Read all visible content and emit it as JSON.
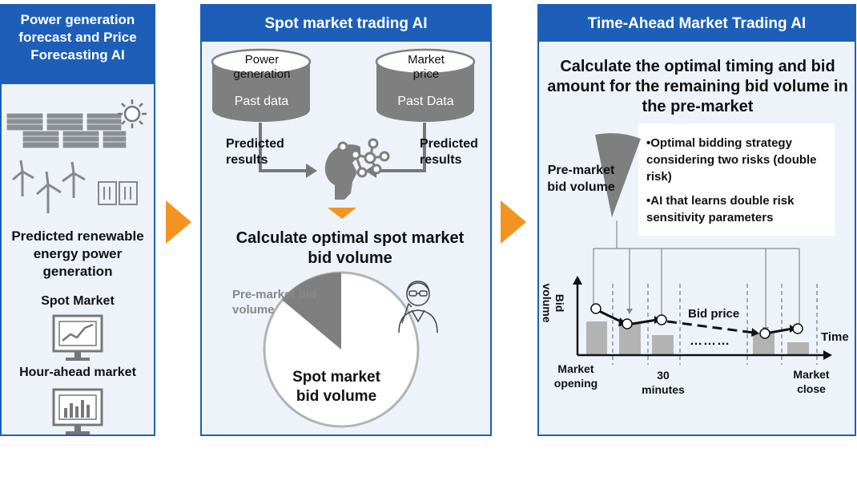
{
  "colors": {
    "panel_border": "#1d5fb8",
    "panel_header": "#1d5fb8",
    "panel_fill": "#eef3fa",
    "arrow": "#f39420",
    "icon_gray": "#777777"
  },
  "left": {
    "title": "Power generation forecast and Price Forecasting AI",
    "predicted_text": "Predicted renewable energy power generation",
    "spot_market": "Spot Market",
    "hour_ahead": "Hour-ahead market",
    "icons": [
      "solar-panel-icon",
      "sun-icon",
      "wind-turbine-icon",
      "battery-icon",
      "line-chart-monitor-icon",
      "bar-chart-monitor-icon"
    ]
  },
  "middle": {
    "title": "Spot market trading AI",
    "db1_top": "Power generation",
    "db1_bottom": "Past data",
    "db2_top": "Market price",
    "db2_bottom": "Past Data",
    "predicted_left": "Predicted results",
    "predicted_right": "Predicted results",
    "calc_text": "Calculate optimal spot market bid volume",
    "pie_premarket": "Pre-market bid volume",
    "pie_spot": "Spot market bid volume",
    "icons": [
      "database-icon",
      "ai-head-icon",
      "person-icon"
    ]
  },
  "right": {
    "title": "Time-Ahead Market Trading AI",
    "calc_text": "Calculate the optimal timing and bid amount for the remaining bid volume in the pre-market",
    "bullet1": "•Optimal bidding strategy considering two risks (double risk)",
    "bullet2": "•AI that learns double risk sensitivity parameters",
    "premarket": "Pre-market bid volume",
    "y_label": "Bid volume",
    "x_label": "Time",
    "bid_price": "Bid price",
    "market_opening": "Market opening",
    "thirty_minutes": "30 minutes",
    "market_close": "Market close",
    "dots": "………"
  }
}
